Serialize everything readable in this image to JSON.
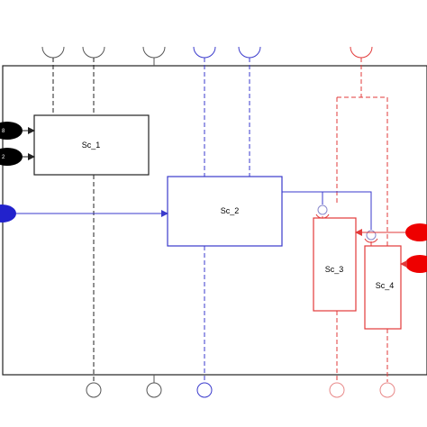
{
  "colors": {
    "black": "#222222",
    "blue": "#3a3acc",
    "red": "#e23a3a",
    "red_fill": "#ee0000",
    "blue_fill": "#2222cc"
  },
  "diagram": {
    "blocks": [
      {
        "id": "sc1",
        "label": "Sc_1"
      },
      {
        "id": "sc2",
        "label": "Sc_2"
      },
      {
        "id": "sc3",
        "label": "Sc_3"
      },
      {
        "id": "sc4",
        "label": "Sc_4"
      }
    ],
    "input_labels": {
      "in_1": "8",
      "in_2": "2"
    }
  }
}
